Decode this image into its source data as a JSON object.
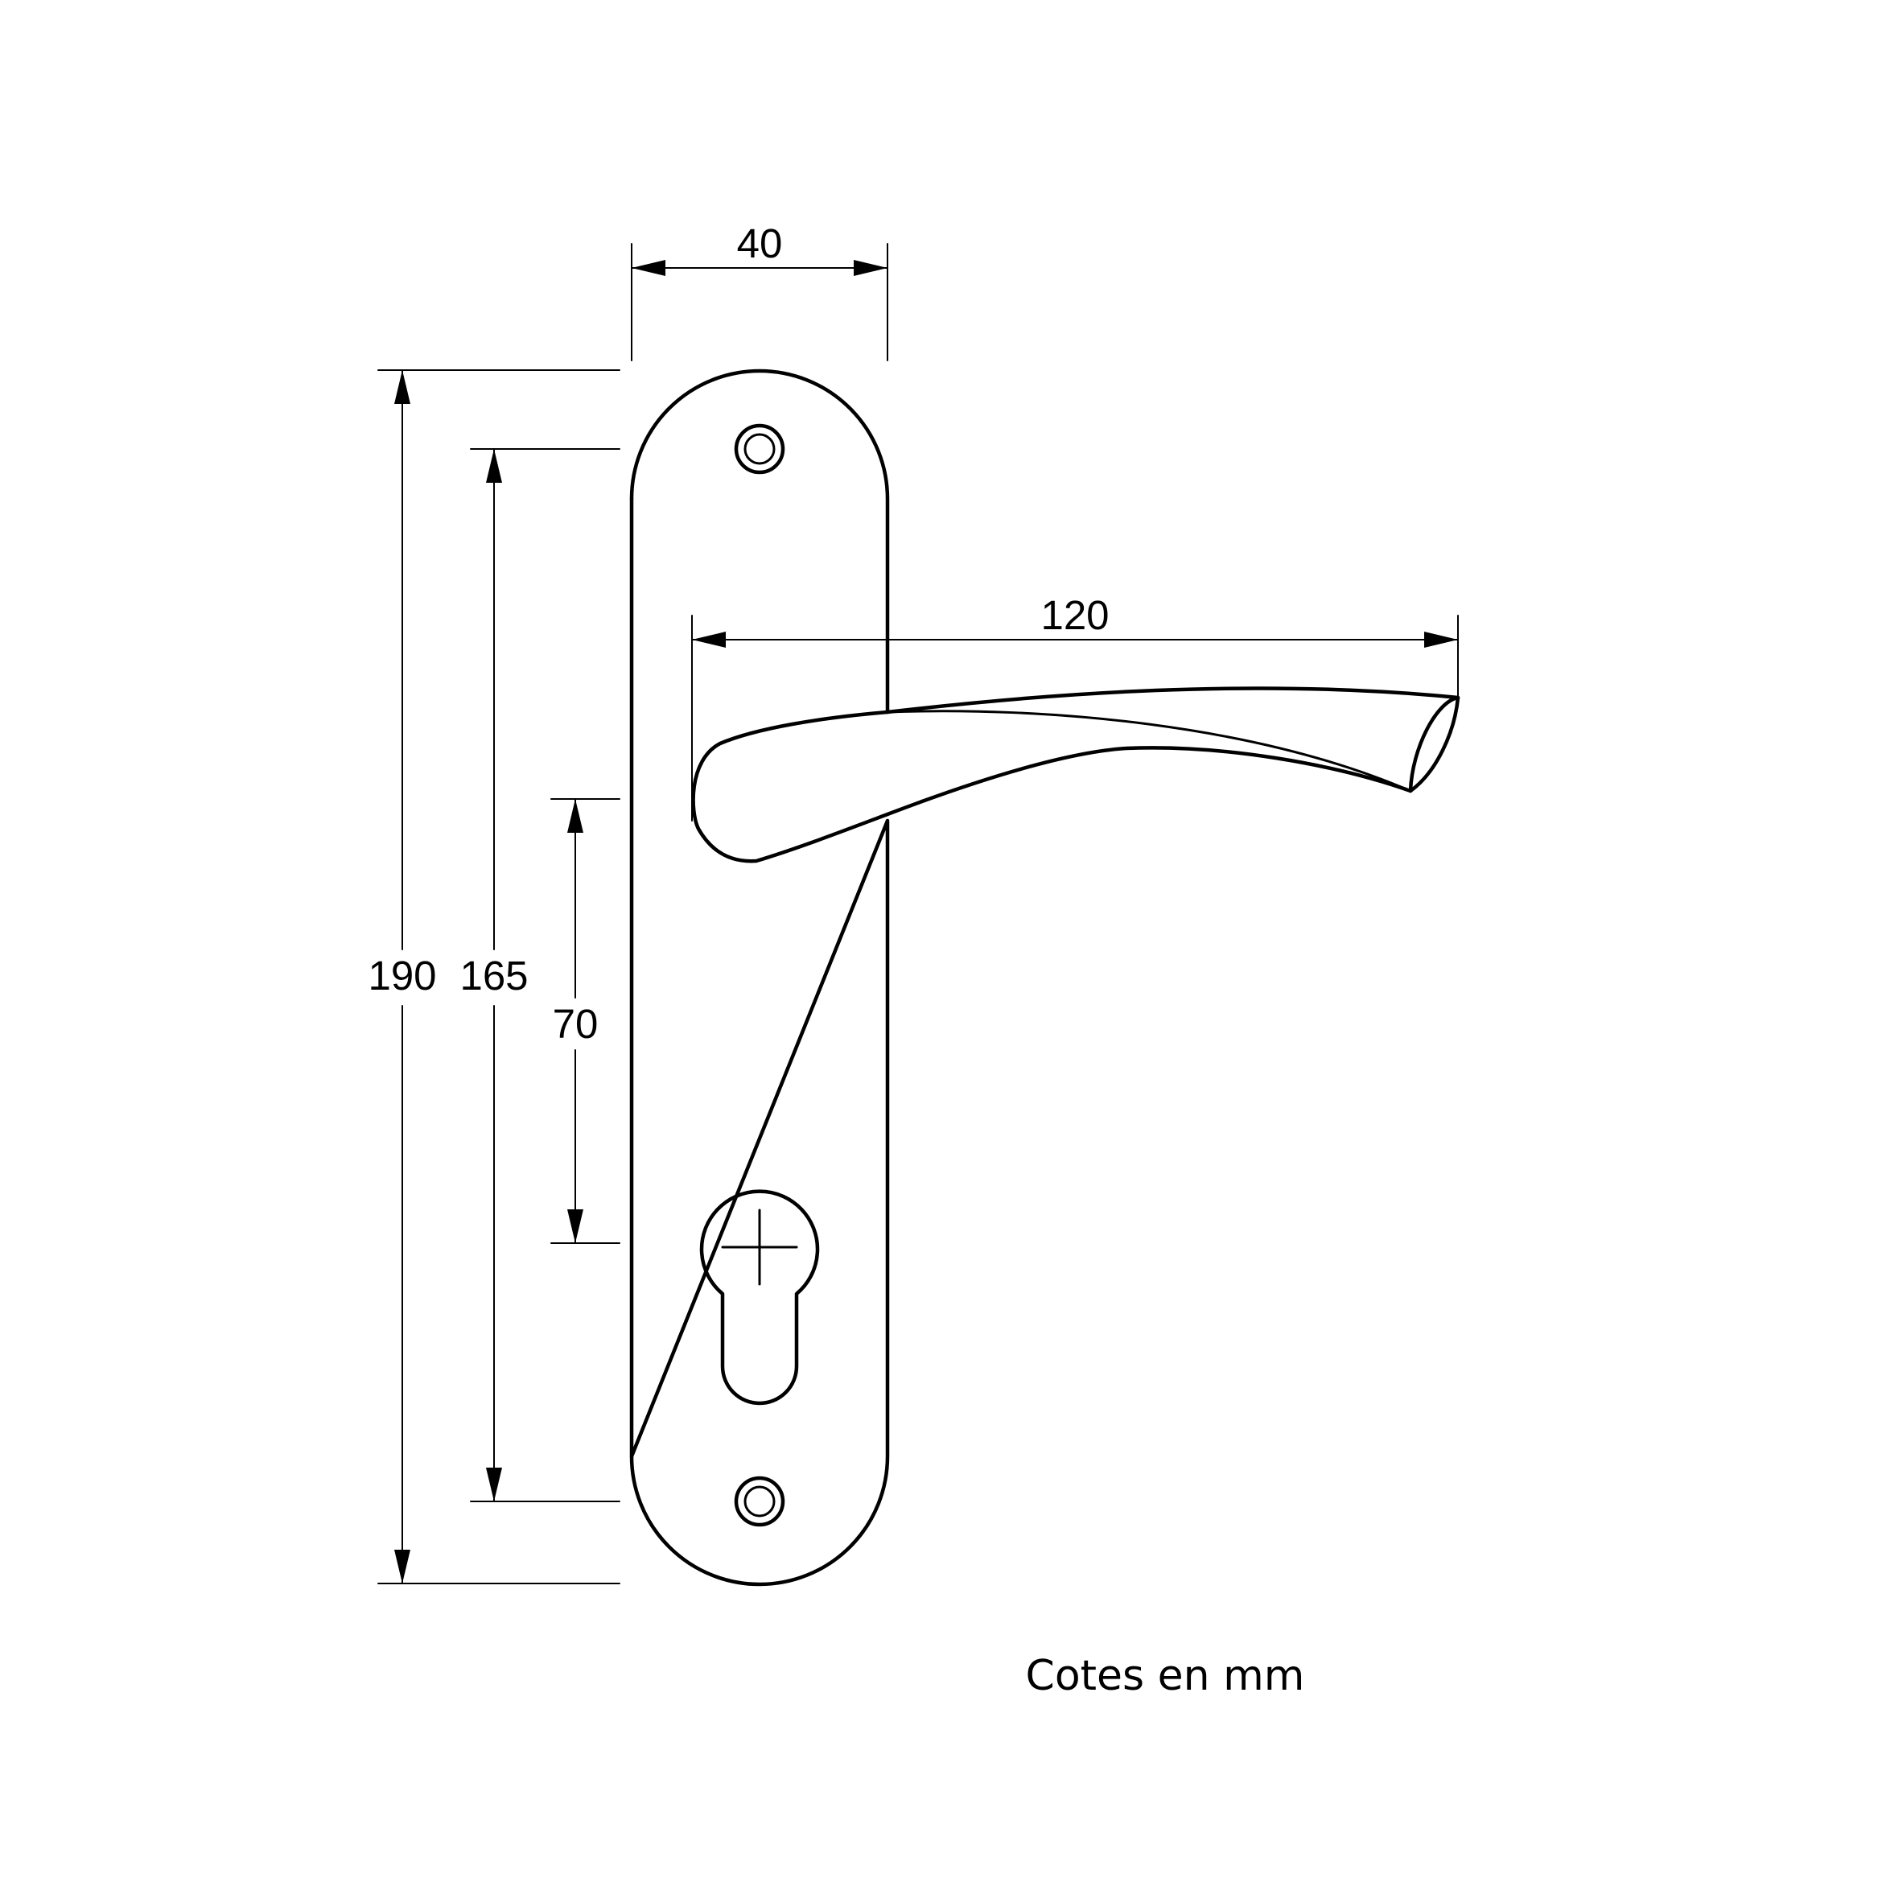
{
  "dimensions": {
    "width_plate": "40",
    "handle_length": "120",
    "total_height": "190",
    "screw_spacing": "165",
    "handle_to_cylinder": "70"
  },
  "note": "Cotes en mm"
}
